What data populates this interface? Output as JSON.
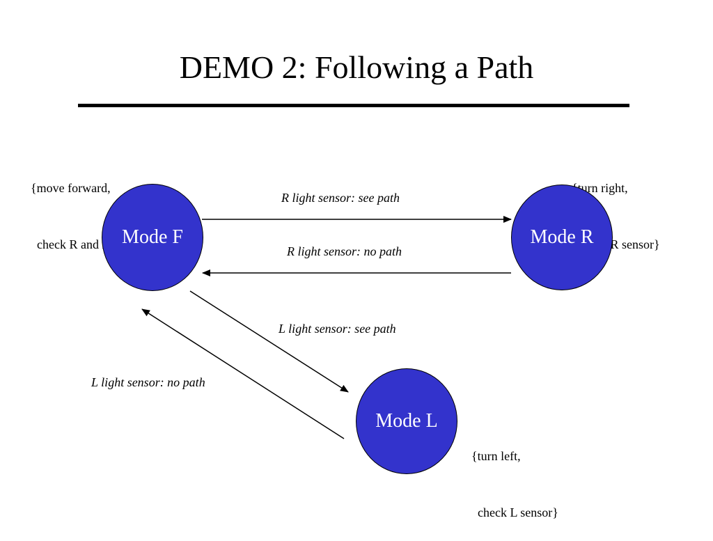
{
  "title": "DEMO 2: Following a Path",
  "colors": {
    "node_fill": "#3333CC",
    "node_text": "#FFFFFF",
    "edge": "#000000"
  },
  "nodes": {
    "mode_f": {
      "label": "Mode F",
      "note_line1": "{move forward,",
      "note_line2": "  check R and L sensors}"
    },
    "mode_r": {
      "label": "Mode R",
      "note_line1": "{turn right,",
      "note_line2": "  check R sensor}"
    },
    "mode_l": {
      "label": "Mode L",
      "note_line1": "{turn left,",
      "note_line2": "  check L sensor}"
    }
  },
  "edges": {
    "f_to_r": "R light sensor: see path",
    "r_to_f": "R light sensor: no path",
    "f_to_l": "L light sensor: see path",
    "l_to_f": "L light sensor: no path"
  }
}
